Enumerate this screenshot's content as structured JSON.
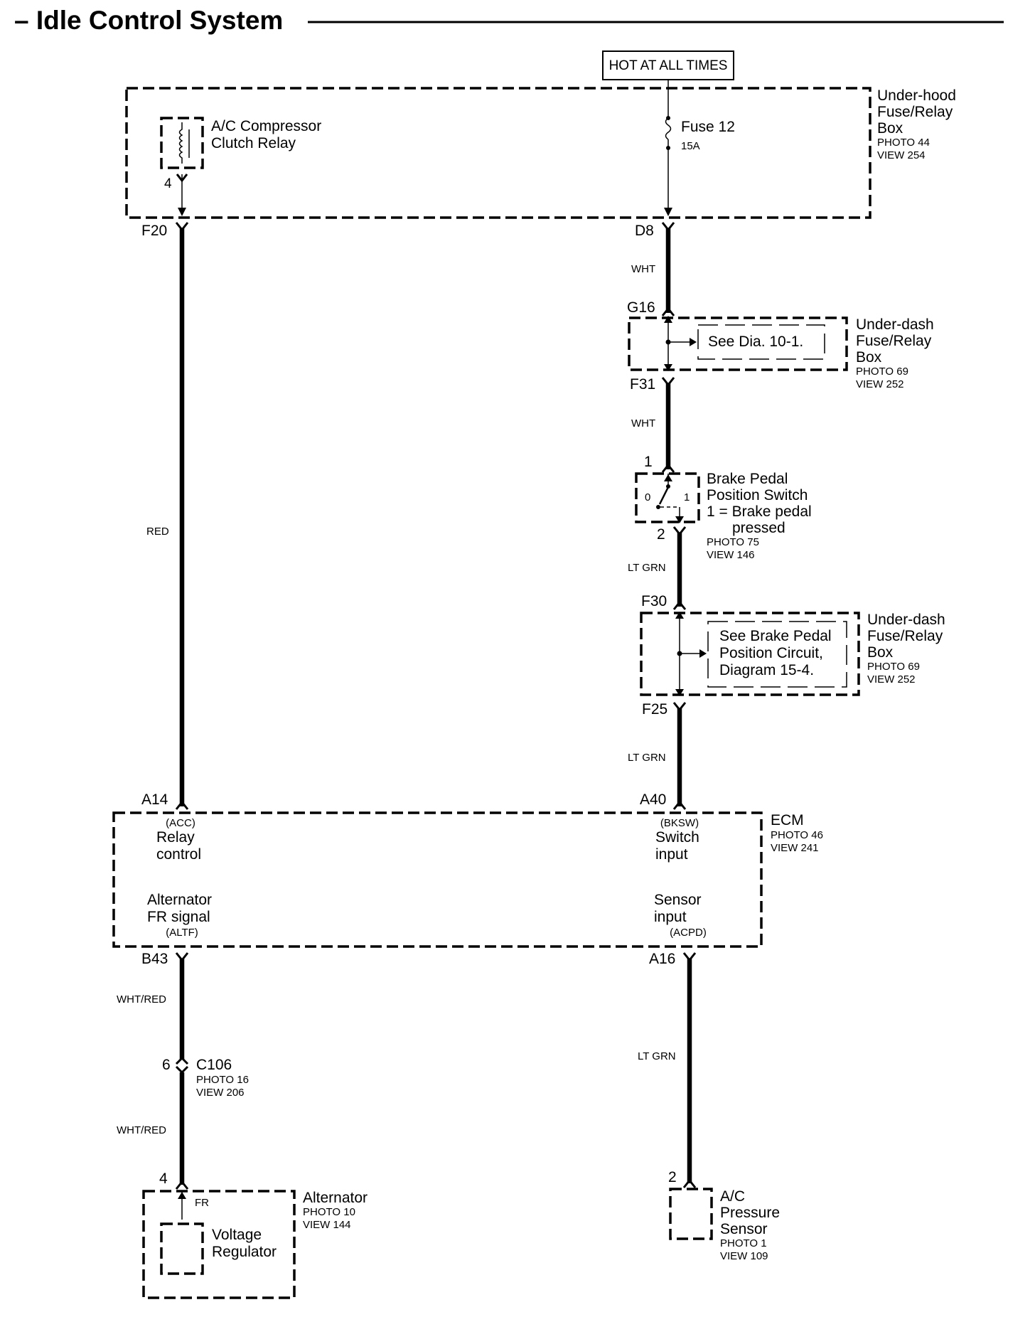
{
  "title": "– Idle Control System",
  "power": {
    "label": "HOT AT ALL TIMES"
  },
  "underhood_box": {
    "name_lines": [
      "Under-hood",
      "Fuse/Relay",
      "Box"
    ],
    "photo": "PHOTO 44",
    "view": "VIEW 254",
    "relay": {
      "lines": [
        "A/C Compressor",
        "Clutch Relay"
      ],
      "pin": "4"
    },
    "fuse": {
      "name": "Fuse 12",
      "rating": "15A"
    },
    "connectors": {
      "left": "F20",
      "right": "D8"
    }
  },
  "underdash_box_1": {
    "name_lines": [
      "Under-dash",
      "Fuse/Relay",
      "Box"
    ],
    "photo": "PHOTO 69",
    "view": "VIEW 252",
    "note": "See Dia. 10-1.",
    "connectors": {
      "top": "G16",
      "bottom": "F31"
    }
  },
  "brake_switch": {
    "name_lines": [
      "Brake Pedal",
      "Position Switch",
      "1 = Brake pedal",
      "pressed"
    ],
    "photo": "PHOTO 75",
    "view": "VIEW 146",
    "pin_top": "1",
    "pin_bottom": "2",
    "pos_0": "0",
    "pos_1": "1"
  },
  "underdash_box_2": {
    "name_lines": [
      "Under-dash",
      "Fuse/Relay",
      "Box"
    ],
    "photo": "PHOTO 69",
    "view": "VIEW 252",
    "note_lines": [
      "See Brake Pedal",
      "Position  Circuit,",
      "Diagram 15-4."
    ],
    "connectors": {
      "top": "F30",
      "bottom": "F25"
    }
  },
  "ecm": {
    "name": "ECM",
    "photo": "PHOTO 46",
    "view": "VIEW 241",
    "pins": {
      "a14": {
        "pin": "A14",
        "code": "(ACC)",
        "lines": [
          "Relay",
          "control"
        ]
      },
      "a40": {
        "pin": "A40",
        "code": "(BKSW)",
        "lines": [
          "Switch",
          "input"
        ]
      },
      "b43": {
        "pin": "B43",
        "code": "(ALTF)",
        "lines": [
          "Alternator",
          "FR signal"
        ]
      },
      "a16": {
        "pin": "A16",
        "code": "(ACPD)",
        "lines": [
          "Sensor",
          "input"
        ]
      }
    }
  },
  "connector_c106": {
    "name": "C106",
    "pin": "6",
    "photo": "PHOTO 16",
    "view": "VIEW 206"
  },
  "alternator": {
    "name": "Alternator",
    "photo": "PHOTO 10",
    "view": "VIEW 144",
    "pin": "4",
    "fr_label": "FR",
    "regulator_lines": [
      "Voltage",
      "Regulator"
    ]
  },
  "ac_sensor": {
    "name_lines": [
      "A/C",
      "Pressure",
      "Sensor"
    ],
    "photo": "PHOTO 1",
    "view": "VIEW 109",
    "pin": "2"
  },
  "wire_colors": {
    "d8_g16": "WHT",
    "f31_1": "WHT",
    "f20_a14": "RED",
    "sw2_f30": "LT GRN",
    "f25_a40": "LT GRN",
    "b43_c106": "WHT/RED",
    "c106_alt": "WHT/RED",
    "a16_sensor": "LT GRN"
  }
}
